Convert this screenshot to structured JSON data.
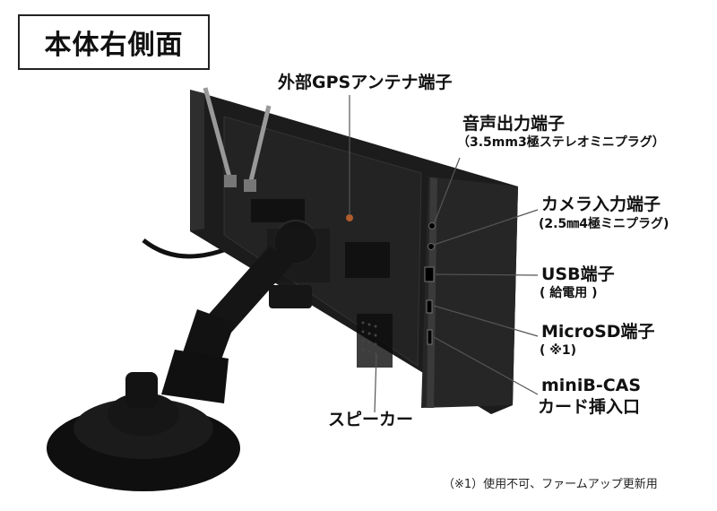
{
  "title": "本体右側面",
  "labels": {
    "gps": "外部GPSアンテナ端子",
    "audio": "音声出力端子",
    "audio_sub": "（3.5mm3極ステレオミニプラグ）",
    "camera": "カメラ入力端子",
    "camera_sub": "(2.5㎜4極ミニプラグ)",
    "usb": "USB端子",
    "usb_sub": "( 給電用 )",
    "microsd": "MicroSD端子",
    "microsd_sub": "( ※1)",
    "minib_line1": "miniB-CAS",
    "minib_line2": "カード挿入口",
    "speaker": "スピーカー"
  },
  "footnote": "（※1）使用不可、ファームアップ更新用",
  "colors": {
    "device": "#1c1c1c",
    "device_edge": "#3a3a3a",
    "leader": "#555555"
  }
}
